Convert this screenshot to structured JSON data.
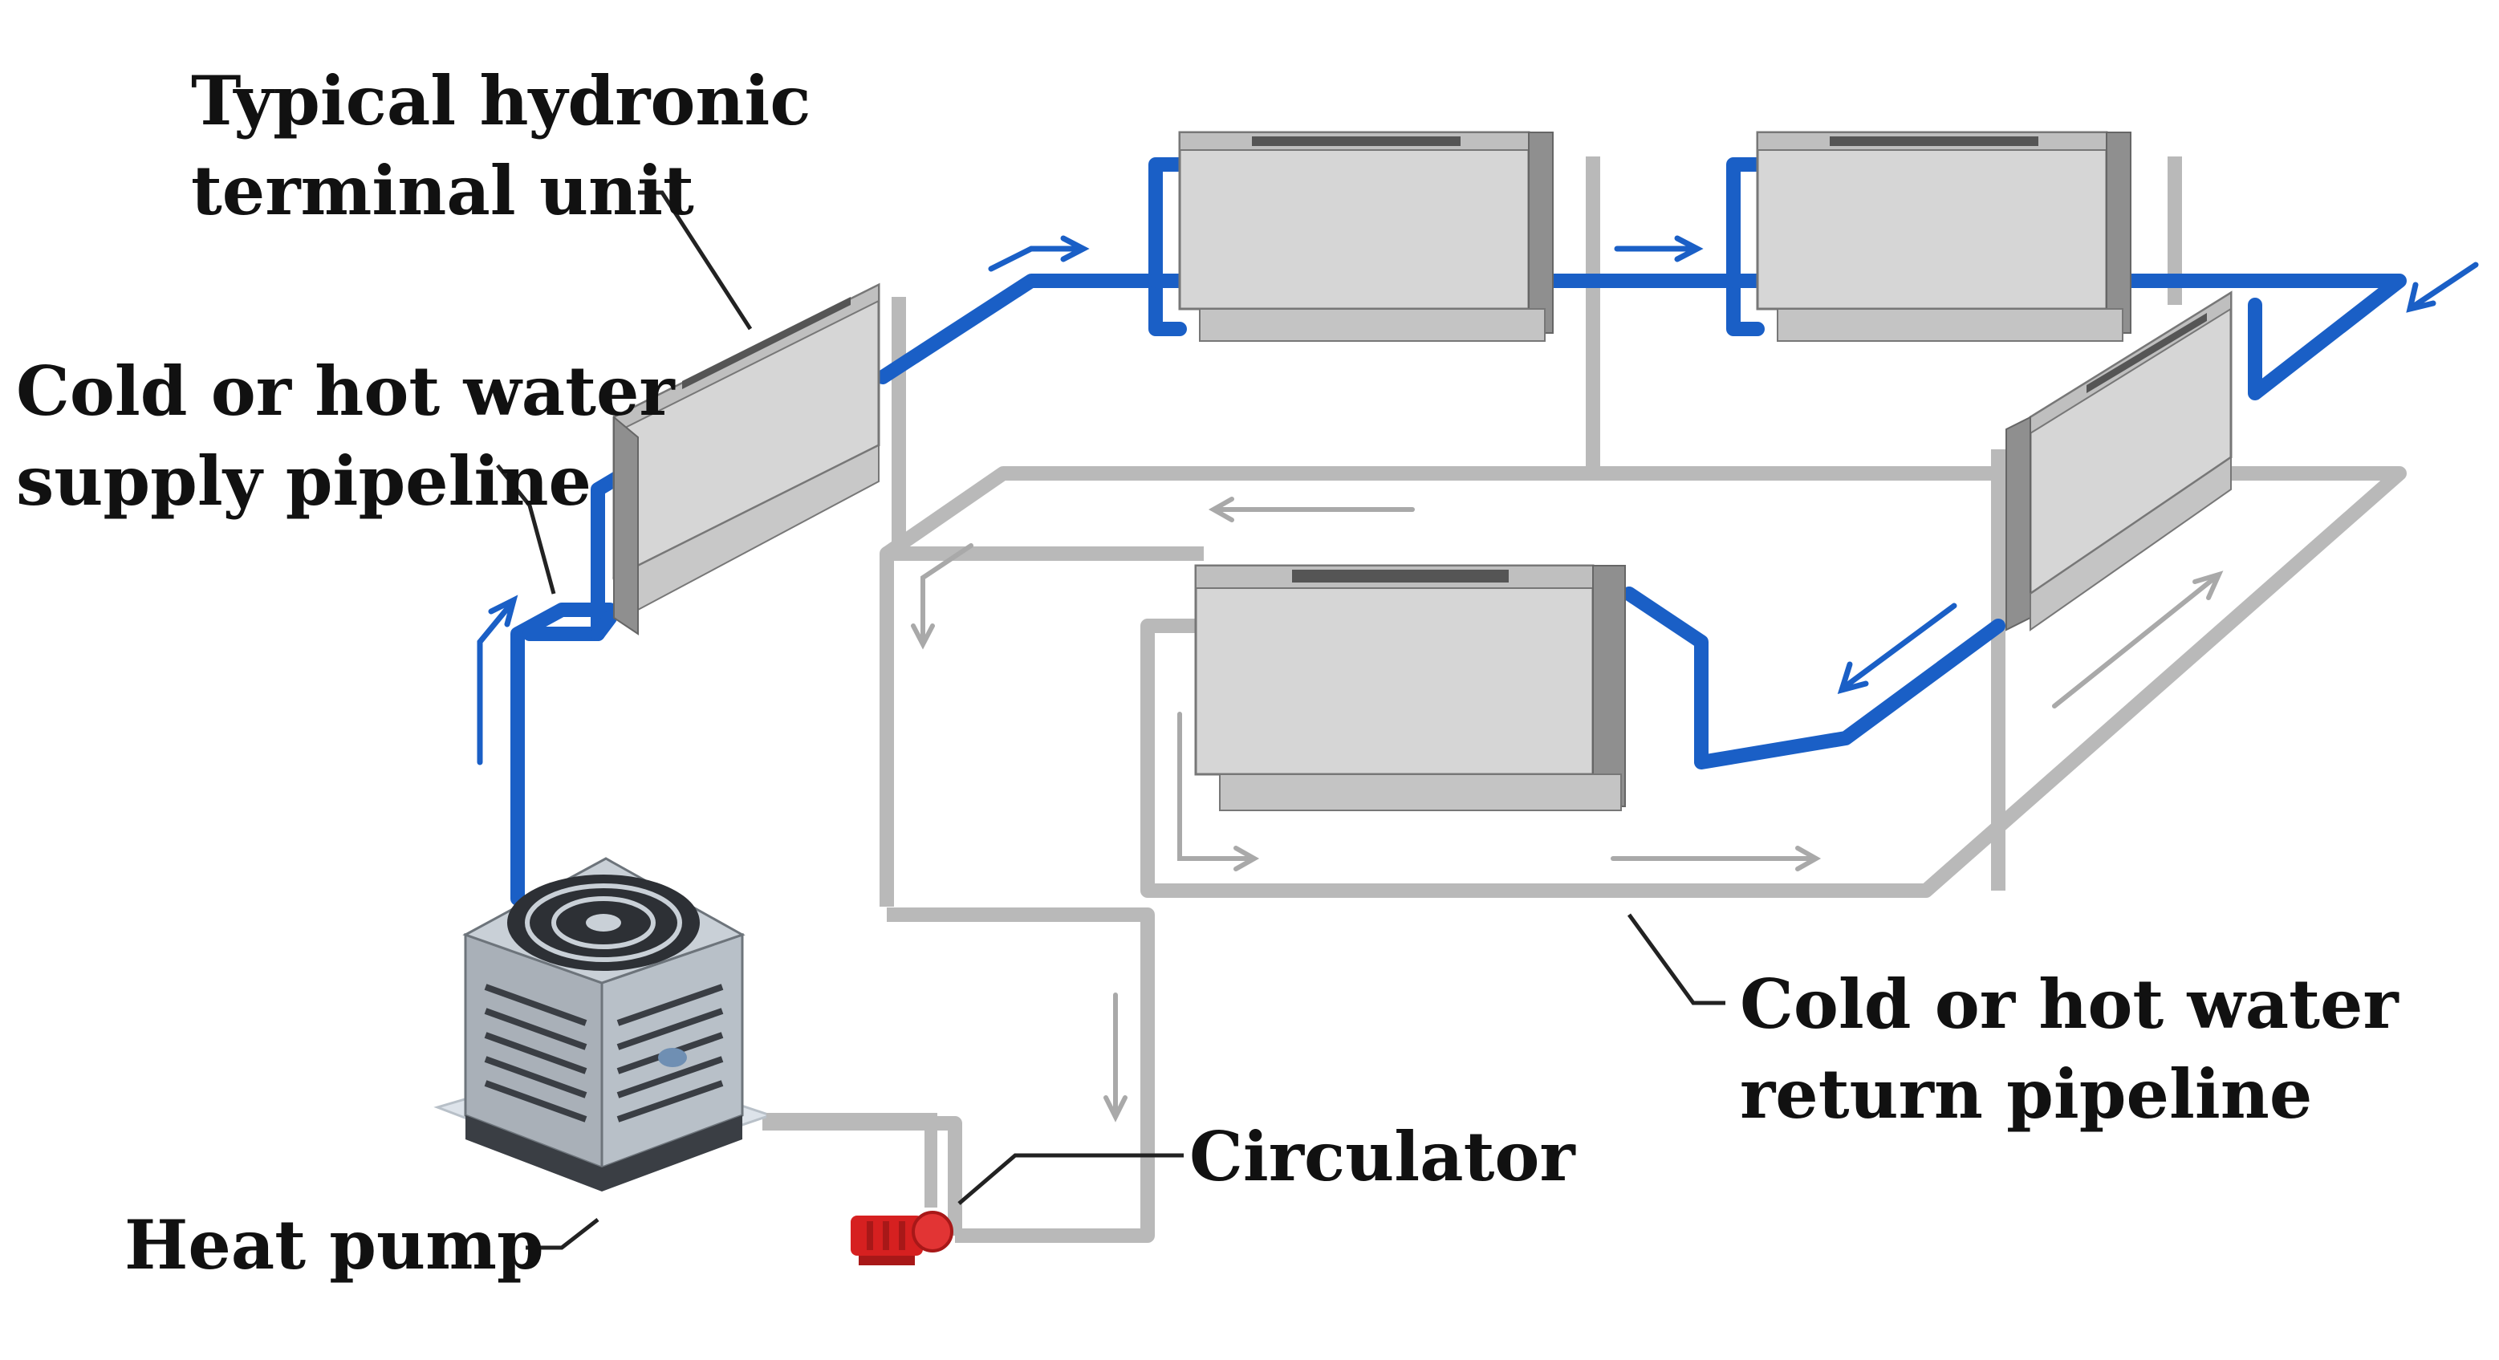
{
  "labels": {
    "terminal_unit": [
      "Typical hydronic",
      "terminal unit"
    ],
    "supply_pipeline": [
      "Cold or hot water",
      "supply pipeline"
    ],
    "return_pipeline": [
      "Cold or hot water",
      "return pipeline"
    ],
    "circulator": "Circulator",
    "heat_pump": "Heat pump"
  },
  "colors": {
    "supply_pipe": "#1a5fc6",
    "return_pipe": "#b9b9b9",
    "unit_front": "#d6d6d6",
    "unit_side": "#9a9a9a",
    "unit_base": "#c4c4c4",
    "circulator": "#d62020",
    "heat_pump_body": "#a9b0b8",
    "leader_line": "#222222"
  },
  "icons": {
    "heat_pump": "heat-pump-icon",
    "circulator": "circulator-pump-icon",
    "terminal_unit": "fan-coil-unit-icon"
  }
}
